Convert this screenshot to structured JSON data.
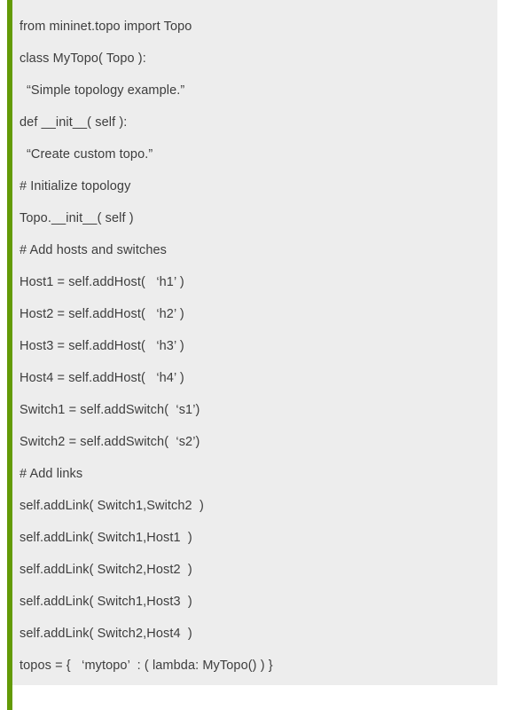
{
  "page": {
    "background_color": "#ffffff"
  },
  "accent_bar": {
    "color": "#639a06"
  },
  "code_block": {
    "background_color": "#ededed",
    "text_color": "#3d3d3d",
    "language": "python",
    "lines": [
      {
        "text": "from mininet.topo import Topo",
        "indent": 0
      },
      {
        "text": "class MyTopo( Topo ):",
        "indent": 0
      },
      {
        "text": "“Simple topology example.”",
        "indent": 1
      },
      {
        "text": "def __init__( self ):",
        "indent": 0
      },
      {
        "text": "“Create custom topo.”",
        "indent": 1
      },
      {
        "text": "# Initialize topology",
        "indent": 0
      },
      {
        "text": "Topo.__init__( self )",
        "indent": 0
      },
      {
        "text": "# Add hosts and switches",
        "indent": 0
      },
      {
        "text": "Host1 = self.addHost(   ‘h1’ )",
        "indent": 0
      },
      {
        "text": "Host2 = self.addHost(   ‘h2’ )",
        "indent": 0
      },
      {
        "text": "Host3 = self.addHost(   ‘h3’ )",
        "indent": 0
      },
      {
        "text": "Host4 = self.addHost(   ‘h4’ )",
        "indent": 0
      },
      {
        "text": "Switch1 = self.addSwitch(  ‘s1’)",
        "indent": 0
      },
      {
        "text": "Switch2 = self.addSwitch(  ‘s2’)",
        "indent": 0
      },
      {
        "text": "# Add links",
        "indent": 0
      },
      {
        "text": "self.addLink( Switch1,Switch2  )",
        "indent": 0
      },
      {
        "text": "self.addLink( Switch1,Host1  )",
        "indent": 0
      },
      {
        "text": "self.addLink( Switch2,Host2  )",
        "indent": 0
      },
      {
        "text": "self.addLink( Switch1,Host3  )",
        "indent": 0
      },
      {
        "text": "self.addLink( Switch2,Host4  )",
        "indent": 0
      },
      {
        "text": "topos = {   ‘mytopo’  : ( lambda: MyTopo() ) }",
        "indent": 0
      }
    ]
  }
}
